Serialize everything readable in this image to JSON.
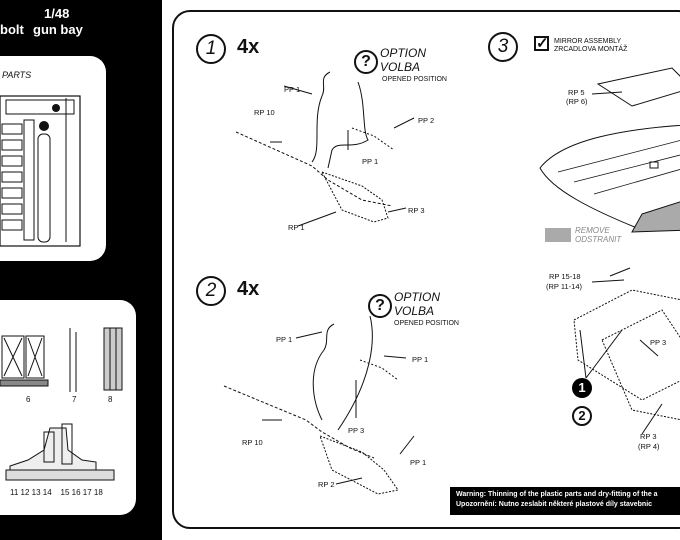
{
  "sidebar": {
    "scale": "1/48",
    "title_left": "bolt",
    "title_right": "gun bay",
    "parts_title": "PARTS",
    "part_numbers": [
      "6",
      "7",
      "8"
    ],
    "part_numbers_bottom": "11 12 13 14    15 16 17 18"
  },
  "step1": {
    "number": "1",
    "multiplier": "4x",
    "option_line1": "OPTION",
    "option_line2": "VOLBA",
    "option_sub": "OPENED POSITION",
    "labels": {
      "pp1_top": "PP 1",
      "rp10": "RP 10",
      "pp2": "PP 2",
      "pp1_mid": "PP 1",
      "rp3": "RP 3",
      "rp1": "RP 1"
    }
  },
  "step2": {
    "number": "2",
    "multiplier": "4x",
    "option_line1": "OPTION",
    "option_line2": "VOLBA",
    "option_sub": "OPENED POSITION",
    "labels": {
      "pp1_left": "PP 1",
      "pp1_right": "PP 1",
      "rp10": "RP 10",
      "pp3": "PP 3",
      "pp1_low": "PP 1",
      "rp2": "RP 2"
    }
  },
  "step3": {
    "number": "3",
    "mirror_line1": "MIRROR  ASSEMBLY",
    "mirror_line2": "ZRCADLOVA MONTÁŽ",
    "rp5": "RP 5",
    "rp6": "(RP 6)",
    "remove_line1": "REMOVE",
    "remove_line2": "ODSTRANIT",
    "rp1518": "RP 15-18",
    "rp1114": "(RP 11-14)",
    "pp3": "PP 3",
    "rp3": "RP 3",
    "rp4": "(RP 4)",
    "badge1": "1",
    "badge2": "2"
  },
  "warning": {
    "line1": "Warning: Thinning of the plastic parts and dry-fitting of the a",
    "line2": "Upozornění: Nutno zeslabit některé plastové díly stavebnic"
  }
}
